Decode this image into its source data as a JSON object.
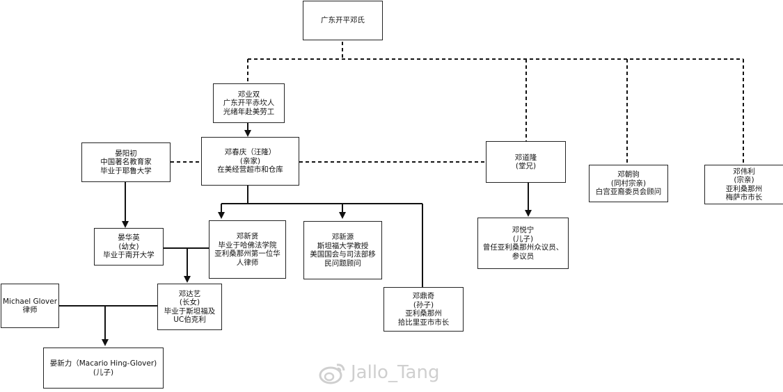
{
  "root": {
    "lines": [
      "广东开平邓氏"
    ]
  },
  "nodes": {
    "deng_yeshuang": {
      "lines": [
        "邓业双",
        "广东开平赤坎人",
        "光绪年赴美劳工"
      ]
    },
    "deng_chunqing": {
      "lines": [
        "邓春庆（汪隆）",
        "(亲家)",
        "在美经营超市和仓库"
      ]
    },
    "yan_yangchu": {
      "lines": [
        "晏阳初",
        "中国著名教育家",
        "毕业于耶鲁大学"
      ]
    },
    "deng_daolong": {
      "lines": [
        "邓道隆",
        "(堂兄)"
      ]
    },
    "deng_chaoju": {
      "lines": [
        "邓朝驹",
        "(同村宗亲)",
        "白宫亚裔委员会顾问"
      ]
    },
    "deng_weili": {
      "lines": [
        "邓伟利",
        "(宗亲)",
        "亚利桑那州",
        "梅萨市市长"
      ]
    },
    "yan_huaying": {
      "lines": [
        "晏华英",
        "(幼女)",
        "毕业于南开大学"
      ]
    },
    "deng_xinxian": {
      "lines": [
        "邓新贤",
        "毕业于哈佛法学院",
        "亚利桑那州第一位华",
        "人律师"
      ]
    },
    "deng_xinyuan": {
      "lines": [
        "邓新源",
        "斯坦福大学教授",
        "美国国会与司法部移",
        "民问题顾问"
      ]
    },
    "deng_yuening": {
      "lines": [
        "邓悦宁",
        "(儿子)",
        "曾任亚利桑那州众议员、",
        "参议员"
      ]
    },
    "deng_dayi": {
      "lines": [
        "邓达艺",
        "(长女)",
        "毕业于斯坦福及",
        "UC伯克利"
      ]
    },
    "deng_dingqi": {
      "lines": [
        "邓鼎奇",
        "(孙子)",
        "亚利桑那州",
        "拾比里亚市市长"
      ]
    },
    "michael_glover": {
      "lines": [
        "Michael Glover",
        "律师"
      ]
    },
    "yan_xinli": {
      "lines": [
        "晏新力（Macario Hing-Glover)",
        "(儿子)"
      ]
    }
  },
  "watermark": {
    "text": "Jallo_Tang",
    "icon": "weibo-logo-icon"
  },
  "colors": {
    "line": "#111111",
    "border": "#222222",
    "background": "#ffffff",
    "watermark": "#cfcfcf"
  }
}
